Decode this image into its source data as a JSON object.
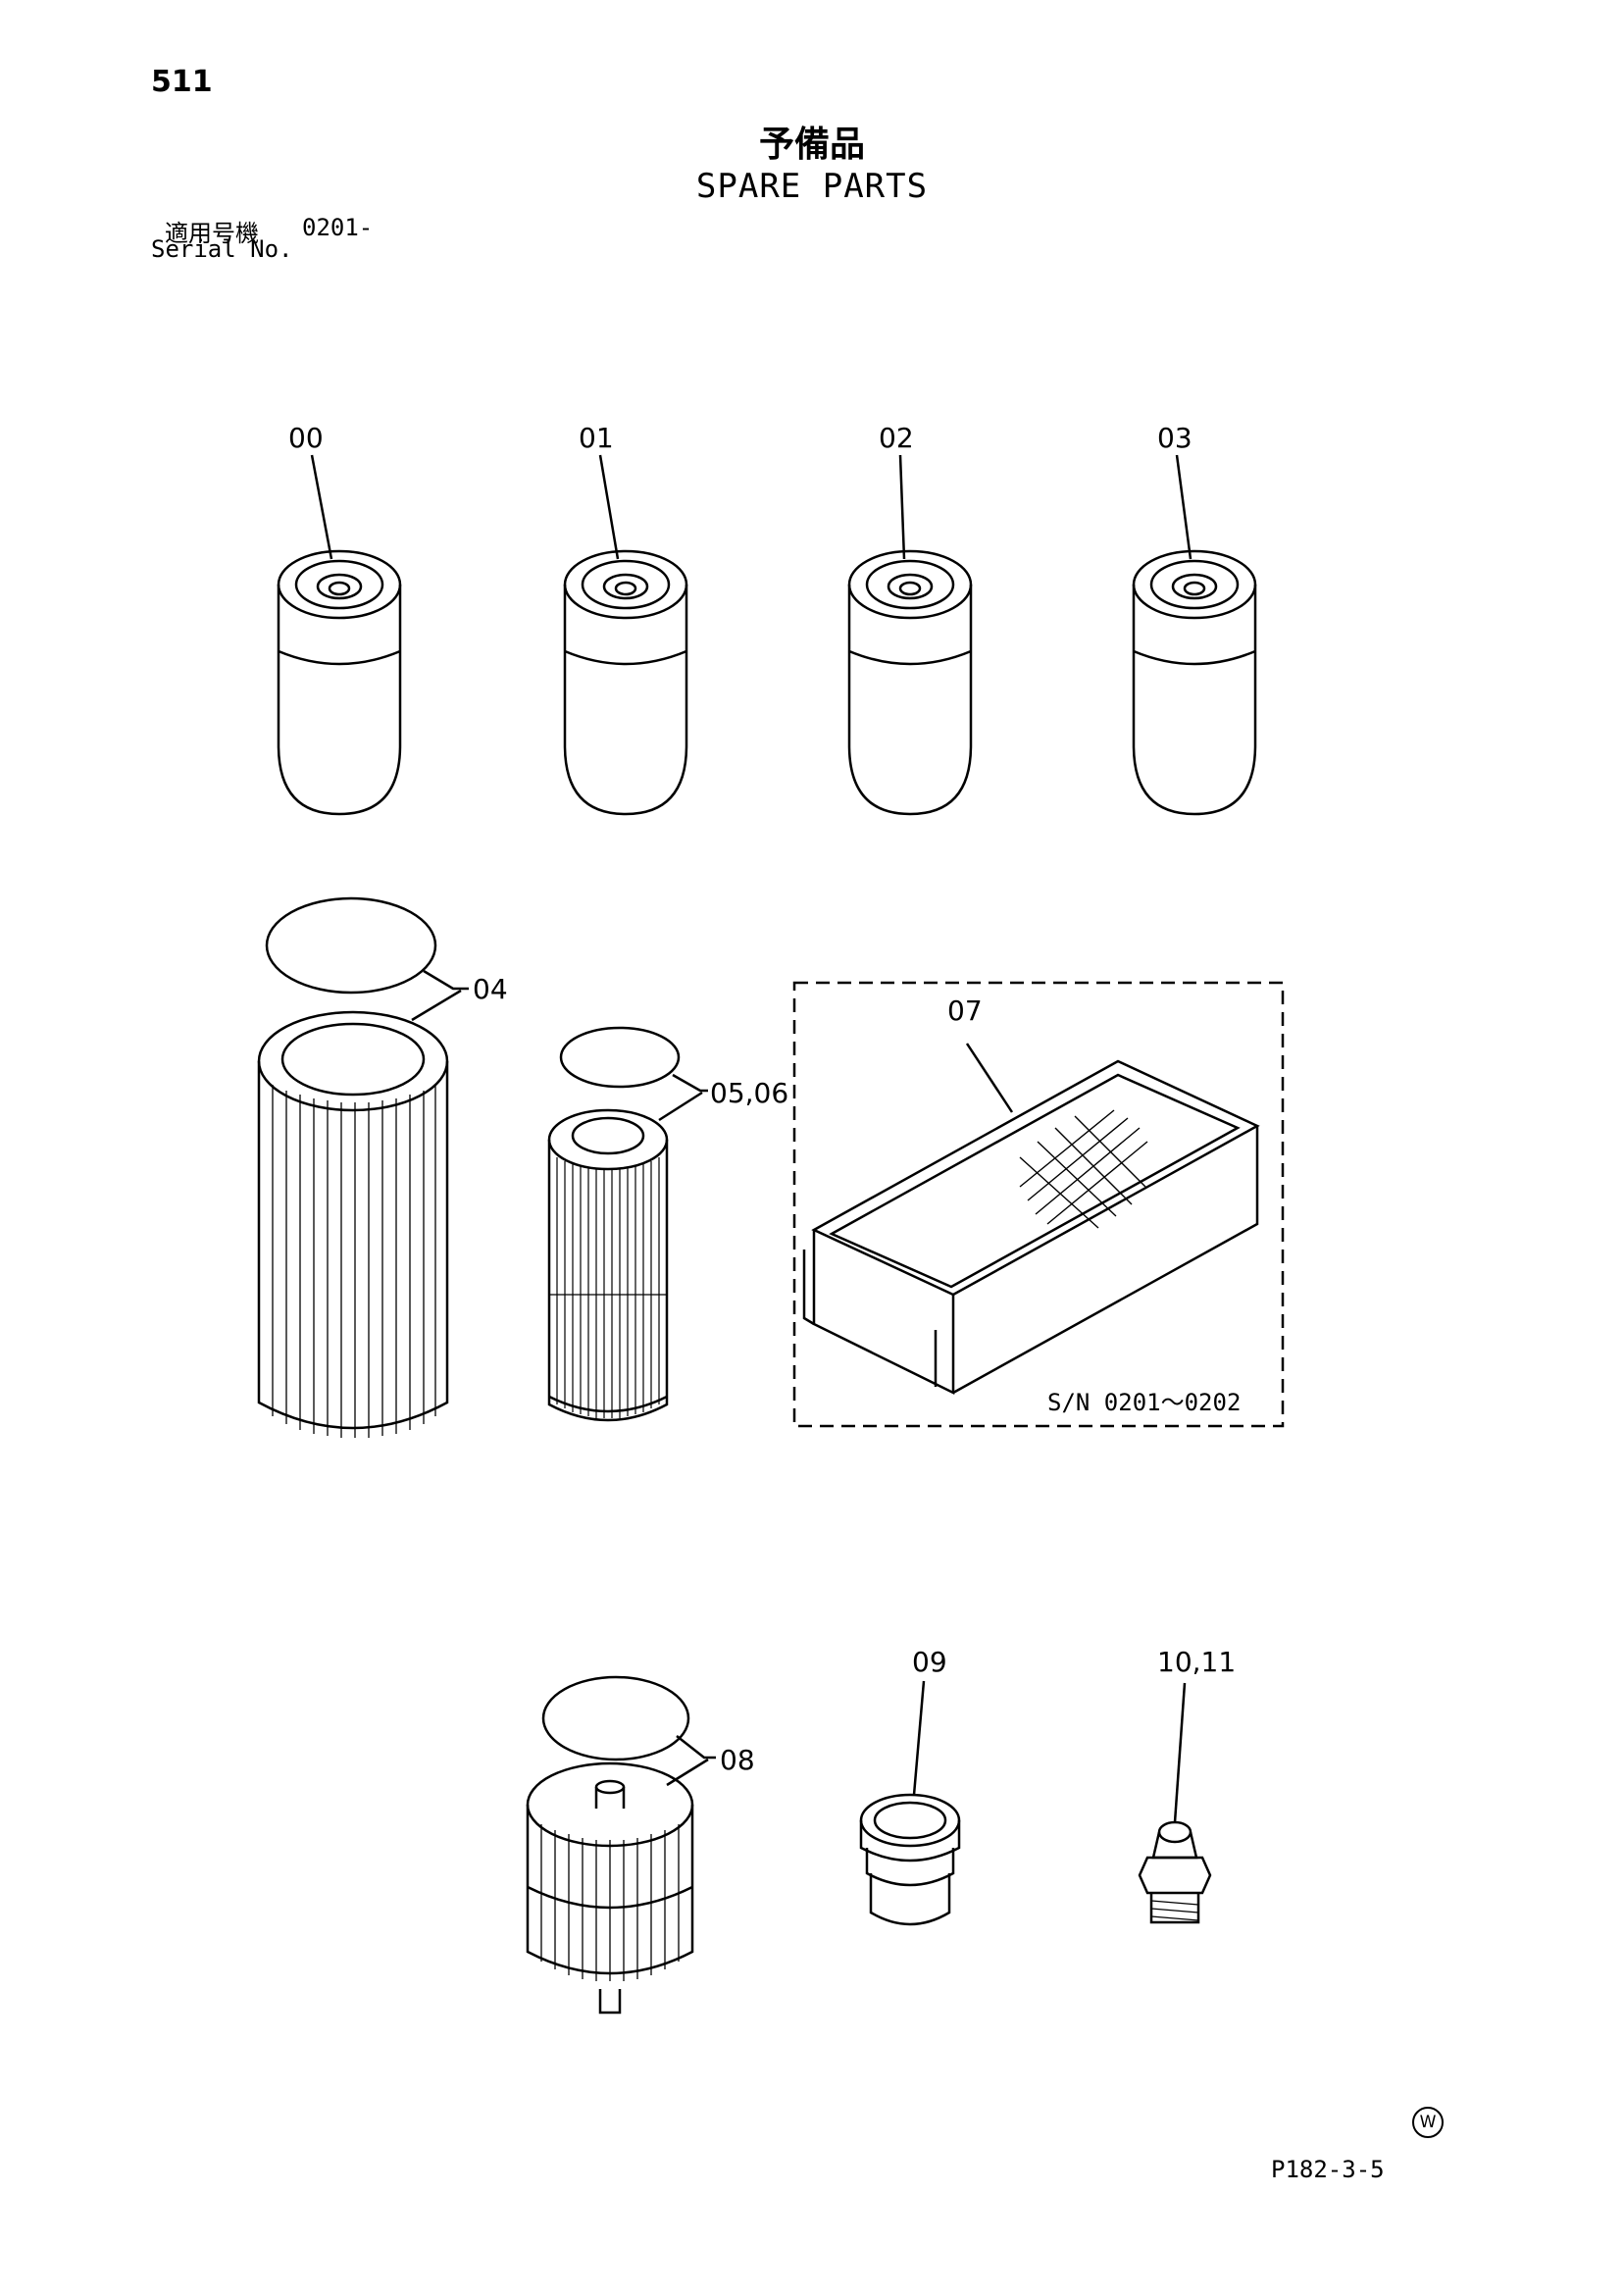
{
  "header": {
    "page_number": "511",
    "title_ja": "予備品",
    "title_en": "SPARE PARTS",
    "serial_label_ja": "適用号機",
    "serial_value": "0201-",
    "serial_label_en": "Serial No."
  },
  "callouts": {
    "c00": "00",
    "c01": "01",
    "c02": "02",
    "c03": "03",
    "c04": "04",
    "c0506": "05,06",
    "c07": "07",
    "c08": "08",
    "c09": "09",
    "c1011": "10,11"
  },
  "box_note": "S/N 0201～0202",
  "footer": {
    "mark": "W",
    "figure_code": "P182-3-5"
  }
}
